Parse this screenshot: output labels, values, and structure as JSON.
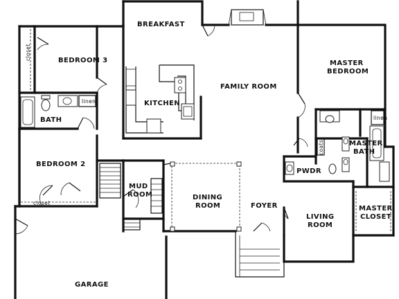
{
  "floor_plan": {
    "rooms": {
      "breakfast": "BREAKFAST",
      "bedroom3": "BEDROOM 3",
      "family_room": "FAMILY ROOM",
      "master_bedroom_1": "MASTER",
      "master_bedroom_2": "BEDROOM",
      "kitchen": "KITCHEN",
      "bath": "BATH",
      "master_bath_1": "MASTER",
      "master_bath_2": "BATH",
      "bedroom2": "BEDROOM 2",
      "pwdr": "PWDR",
      "mud_room_1": "MUD",
      "mud_room_2": "ROOM",
      "dining_room_1": "DINING",
      "dining_room_2": "ROOM",
      "foyer": "FOYER",
      "living_room_1": "LIVING",
      "living_room_2": "ROOM",
      "master_closet_1": "MASTER",
      "master_closet_2": "CLOSET",
      "garage": "GARAGE"
    },
    "labels": {
      "closet_top": "closet",
      "closet_bottom": "closet",
      "linen_bath": "linen",
      "linen_master": "linen",
      "coats": "coats"
    }
  }
}
